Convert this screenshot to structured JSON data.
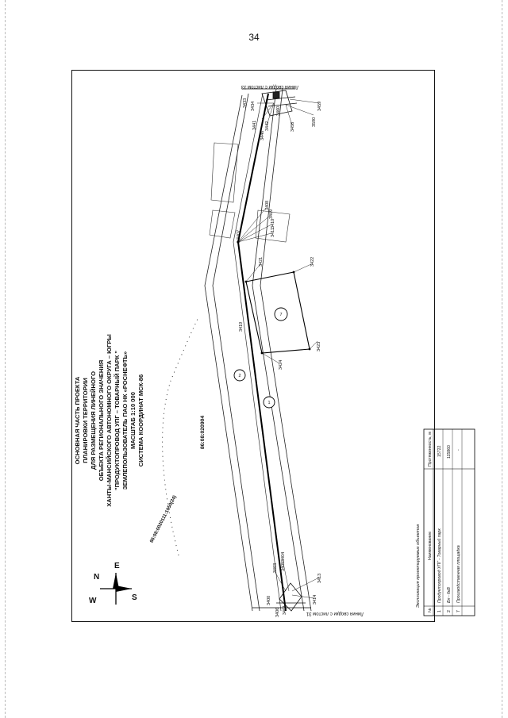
{
  "page": {
    "number": "34"
  },
  "title": {
    "lines": [
      "ОСНОВНАЯ ЧАСТЬ ПРОЕКТА",
      "ПЛАНИРОВКИ ТЕРРИТОРИИ",
      "ДЛЯ РАЗМЕЩЕНИЯ ЛИНЕЙНОГО",
      "ОБЪЕКТА РЕГИОНАЛЬНОГО ЗНАЧЕНИЯ",
      "ХАНТЫ-МАНСИЙСКОГО АВТОНОМНОГО ОКРУГА – ЮГРЫ",
      "\"ПРОДУКТОПРОВОД УПГ – ТОВАРНЫЙ ПАРК \"",
      "ЗЕМЛЕПОЛЬЗОВАТЕЛЬ ПАО НК «РОСНЕФТЬ»",
      "МАСШТАБ 1:10 000",
      "СИСТЕМА КООРДИНАТ МСК-86"
    ]
  },
  "compass": {
    "north": "N",
    "south": "S",
    "east": "E",
    "west": "W"
  },
  "map": {
    "cadastral_main": "86:08:020904",
    "cadastral_quarter": "86:08:0020111:1050(24)",
    "sheet_link_bottom": "Линия сводки с листом 31",
    "sheet_link_top": "Линия сводки с листом 33",
    "object_markers": [
      "1",
      "2",
      "7"
    ],
    "point_labels": {
      "p3400": "3400",
      "p3401": "3401",
      "p3403": "3403",
      "p3404": "3404",
      "p3405": "3405",
      "p3406": "3406",
      "p3407": "3407",
      "p3408": "3408",
      "p3409": "3409",
      "p3410": "3410",
      "p3411": "3411",
      "p3413": "3413",
      "p3414": "3414",
      "p3419": "3419",
      "p3421": "3421",
      "p3422": "3422",
      "p3423": "3423",
      "p3424": "3424",
      "p3433": "3433",
      "p3434": "3434",
      "p3441": "3441",
      "p3442": "3442",
      "p3446": "3446",
      "p3458": "3458",
      "p3459": "3459",
      "p3460": "3460",
      "p3590": "3590"
    }
  },
  "legend": {
    "title": "Экспликация проектируемых объектов",
    "headers": {
      "num": "№",
      "name": "Наименование",
      "length": "Протяженность, м"
    },
    "rows": [
      {
        "num": "1",
        "name": "Продуктопровод УПГ - Товарный парк",
        "length": "15722"
      },
      {
        "num": "2",
        "name": "Вл - 6кВ",
        "length": "115860"
      },
      {
        "num": "7",
        "name": "Производственная площадка",
        "length": "-"
      }
    ]
  }
}
